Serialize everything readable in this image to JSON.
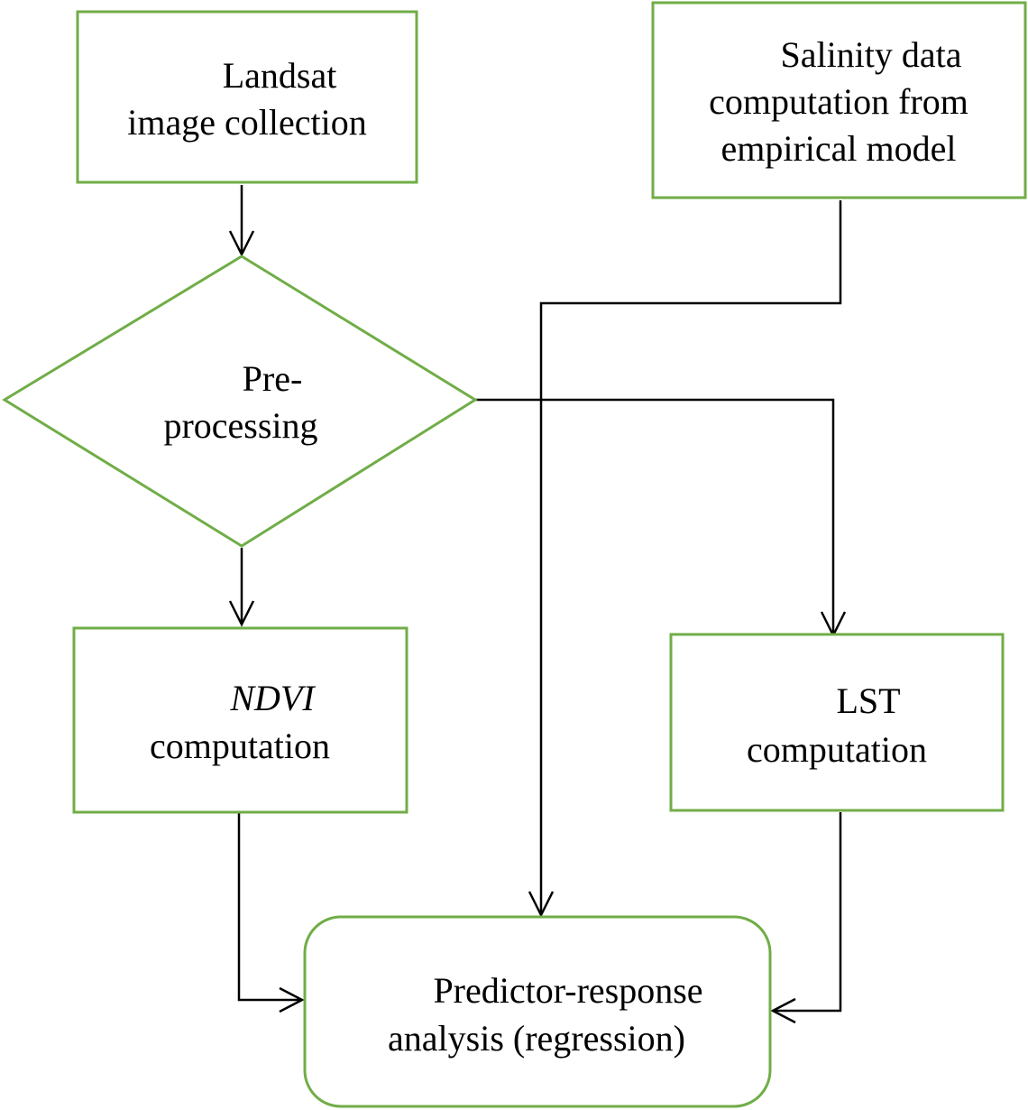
{
  "nodes": {
    "landsat": {
      "lines": [
        "Landsat",
        "image collection"
      ]
    },
    "salinity": {
      "lines": [
        "Salinity data",
        "computation from",
        "empirical model"
      ]
    },
    "preprocessing": {
      "lines": [
        "Pre-",
        "processing"
      ]
    },
    "ndvi": {
      "line1": "NDVI",
      "line2": "computation"
    },
    "lst": {
      "lines": [
        "LST",
        "computation"
      ]
    },
    "regression": {
      "lines": [
        "Predictor-response",
        "analysis (regression)"
      ]
    }
  },
  "colors": {
    "node_border": "#70ad47",
    "connector": "#000000",
    "background": "#ffffff"
  }
}
